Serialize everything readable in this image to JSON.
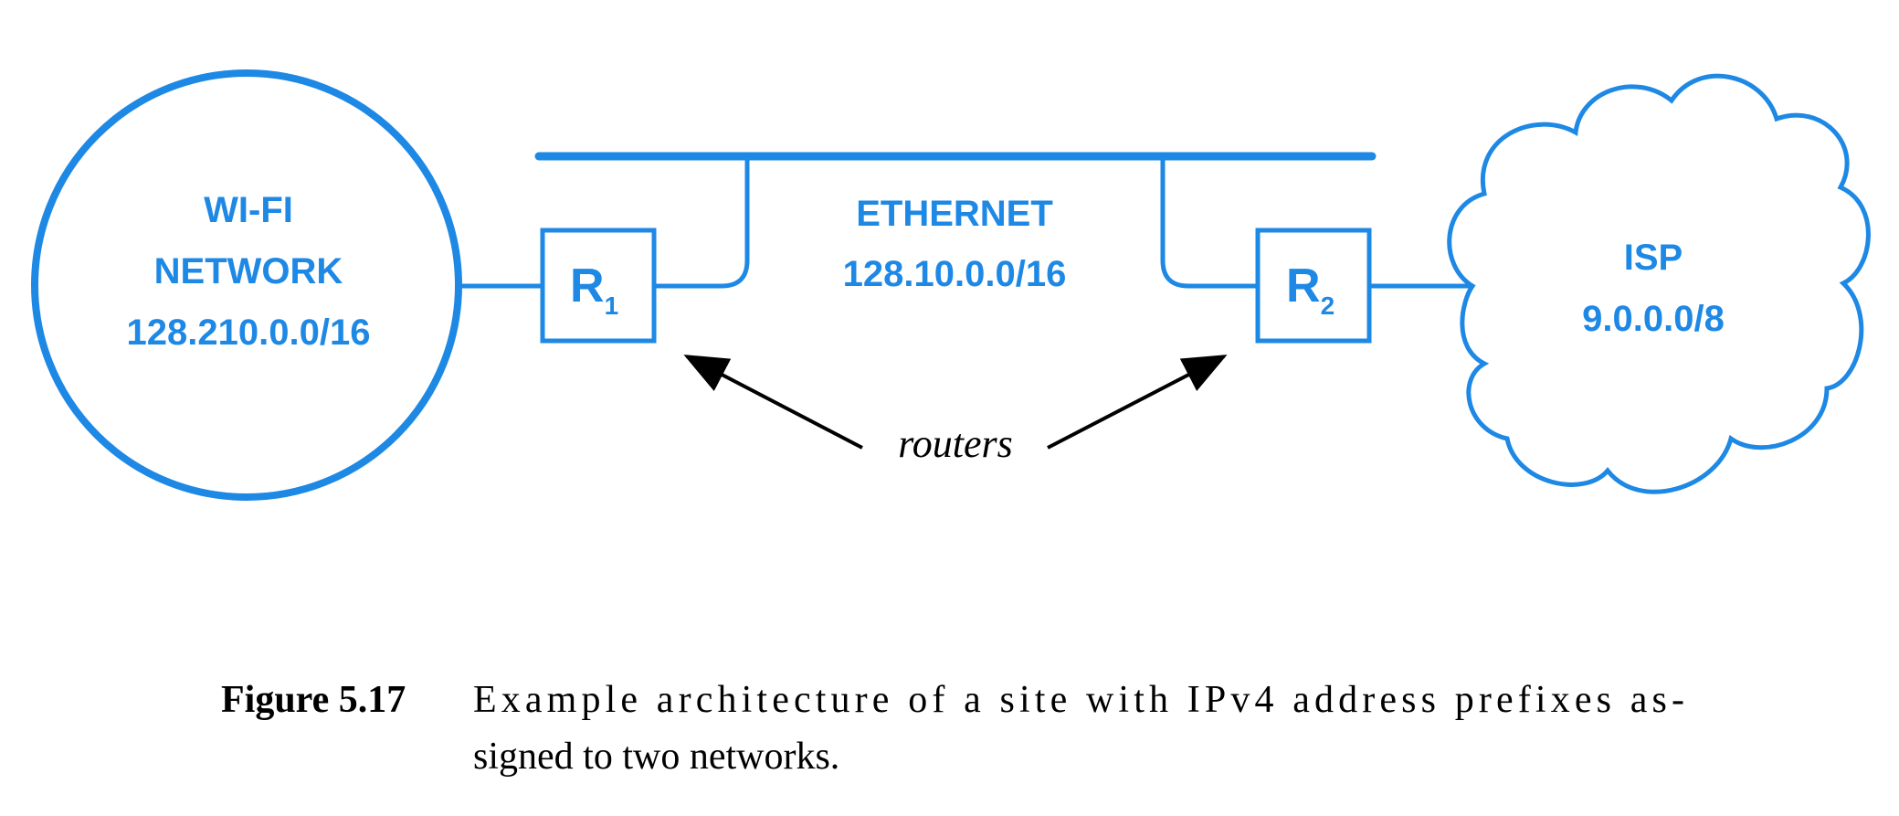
{
  "colors": {
    "network_blue": "#1E88E5",
    "arrow_black": "#000000"
  },
  "wifi": {
    "line1": "WI-FI",
    "line2": "NETWORK",
    "prefix": "128.210.0.0/16"
  },
  "ethernet": {
    "name": "ETHERNET",
    "prefix": "128.10.0.0/16"
  },
  "isp": {
    "name": "ISP",
    "prefix": "9.0.0.0/8"
  },
  "routers": [
    {
      "letter": "R",
      "sub": "1"
    },
    {
      "letter": "R",
      "sub": "2"
    }
  ],
  "routers_label": "routers",
  "caption": {
    "number": "Figure 5.17",
    "line1": "Example architecture of a site with IPv4 address prefixes as-",
    "line2": "signed to two networks."
  }
}
